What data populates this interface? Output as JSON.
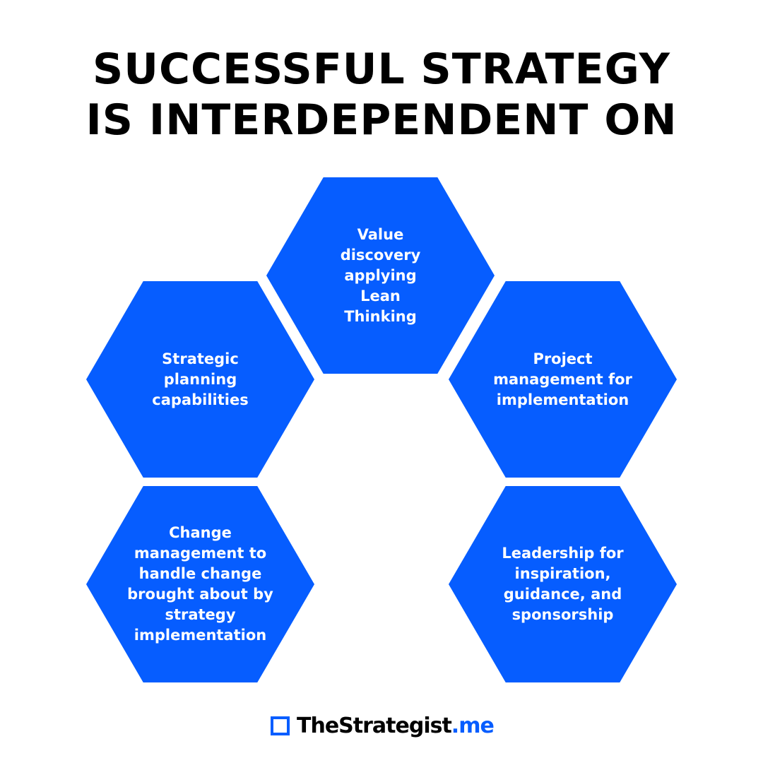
{
  "title": {
    "line1": "SUCCESSFUL STRATEGY",
    "line2": "IS INTERDEPENDENT ON"
  },
  "hexagons": [
    {
      "text": "Value discovery applying Lean Thinking"
    },
    {
      "text": "Strategic planning capabilities"
    },
    {
      "text": "Project management for implementation"
    },
    {
      "text": "Change management to handle change brought about by strategy implementation"
    },
    {
      "text": "Leadership for inspiration, guidance, and sponsorship"
    }
  ],
  "logo": {
    "icon": "square-outline-icon",
    "name": "TheStrategist",
    "tld": ".me"
  },
  "colors": {
    "accent": "#065dff",
    "text": "#000000",
    "background": "#ffffff"
  }
}
